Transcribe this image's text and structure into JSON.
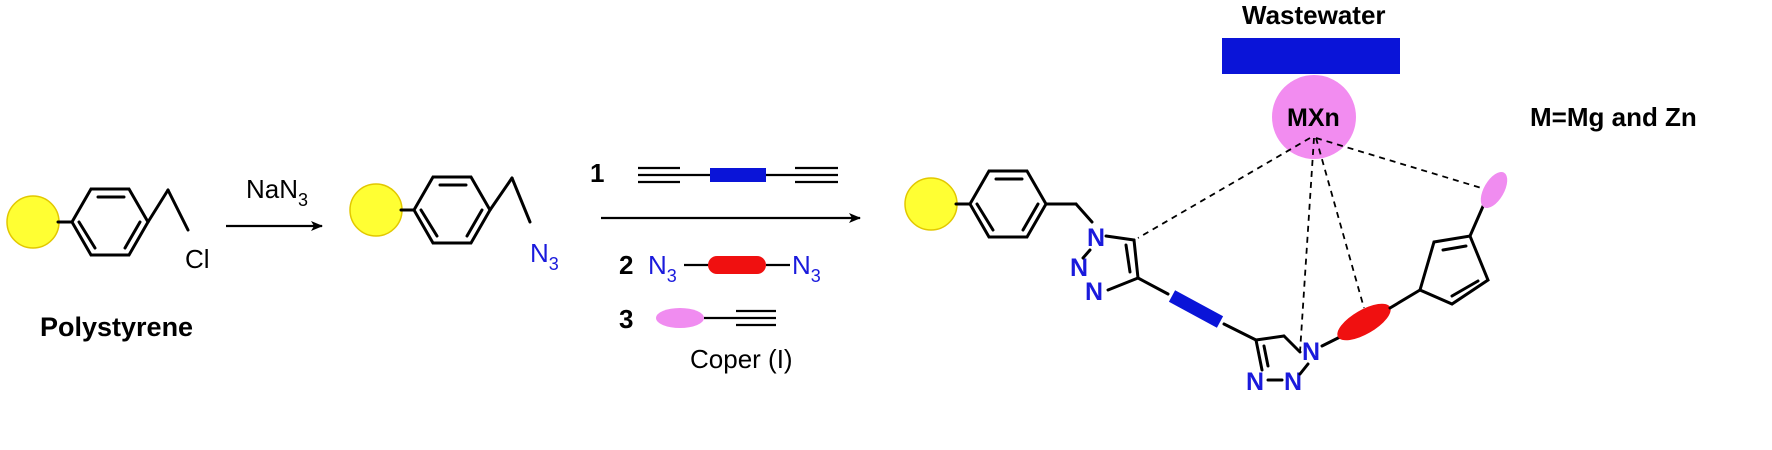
{
  "labels": {
    "polystyrene": "Polystyrene",
    "reagent_top": "NaN",
    "reagent_top_sub": "3",
    "chloro": "Cl",
    "azide_n": "N",
    "azide_sub": "3",
    "step1_num": "1",
    "step2_num": "2",
    "step3_num": "3",
    "step2_left_n": "N",
    "step2_left_sub": "3",
    "step2_right_n": "N",
    "step2_right_sub": "3",
    "catalyst": "Coper (I)",
    "wastewater": "Wastewater",
    "metal_complex": "MXn",
    "metal_note": "M=Mg and Zn",
    "triazole_n": "N"
  },
  "colors": {
    "bead": "#ffff33",
    "bead_stroke": "#e2c800",
    "azide_text": "#1a1adc",
    "linker_blue": "#0a14d8",
    "linker_red": "#f01010",
    "linker_pink": "#f08cf0",
    "metal_circle": "#f28cf0",
    "wastewater_bar": "#0a14d8"
  }
}
